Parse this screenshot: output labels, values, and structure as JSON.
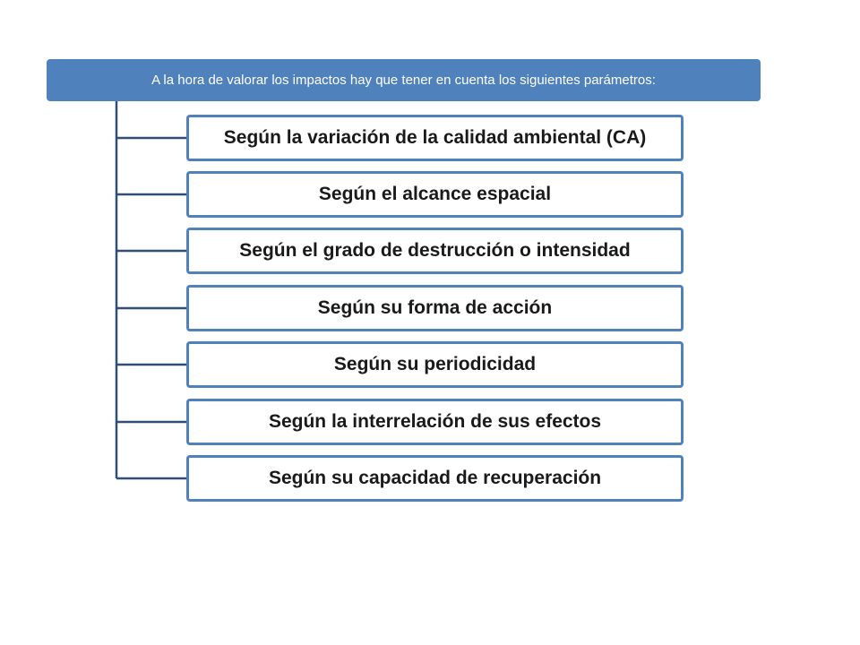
{
  "colors": {
    "accent": "#4f81bd",
    "connector": "#2f4f75",
    "text": "#1a1a1a"
  },
  "root": {
    "label": "A la hora de valorar  los impactos hay que tener en cuenta los siguientes parámetros:"
  },
  "items": [
    {
      "label": "Según la variación de la calidad ambiental (CA)"
    },
    {
      "label": "Según el alcance espacial"
    },
    {
      "label": "Según el grado de destrucción o intensidad"
    },
    {
      "label": "Según su forma de acción"
    },
    {
      "label": "Según su periodicidad"
    },
    {
      "label": "Según la interrelación de sus efectos"
    },
    {
      "label": "Según su capacidad de recuperación"
    }
  ]
}
